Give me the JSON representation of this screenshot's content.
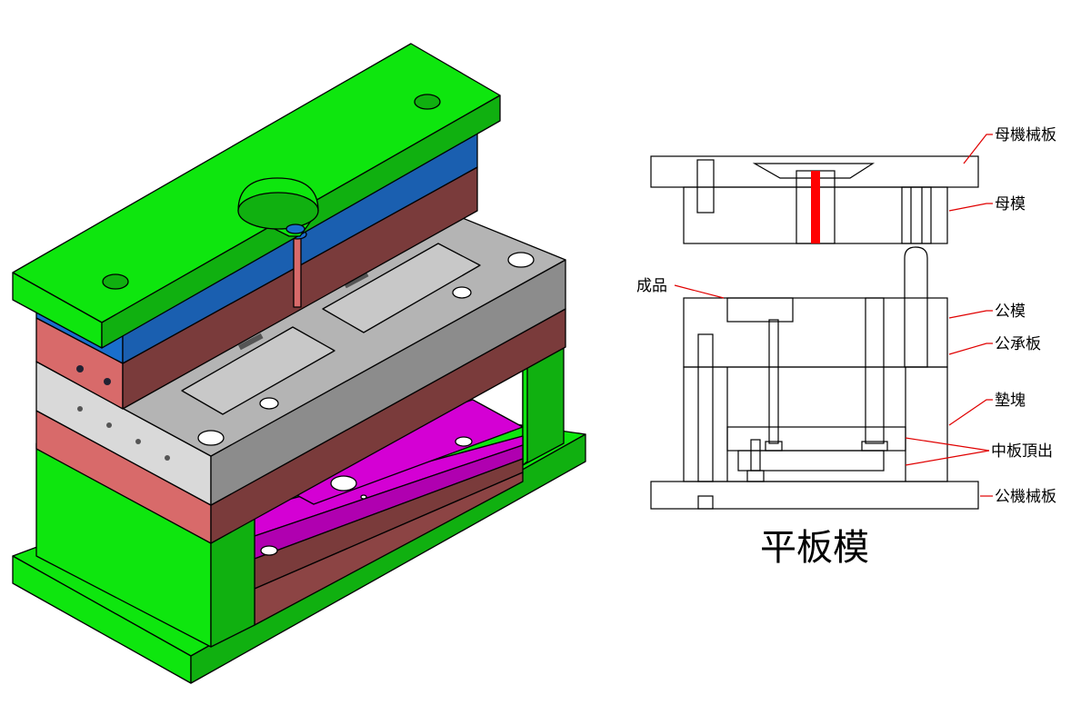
{
  "labels": {
    "fixed_clamp_plate": "母機械板",
    "cavity_plate": "母模",
    "product": "成品",
    "core_plate": "公模",
    "support_plate": "公承板",
    "spacer_block": "墊塊",
    "middle_ejection": "中板頂出",
    "moving_clamp_plate": "公機械板"
  },
  "title": "平板模",
  "colors": {
    "clamp_green": "#0ee60e",
    "clamp_green_dark": "#10b010",
    "cavity_blue": "#1a6fcc",
    "plate_brown": "#7a3b3b",
    "plate_pink": "#d86a6a",
    "core_grey": "#8c8c8c",
    "core_light": "#d9d9d9",
    "ejector_magenta": "#d400d4",
    "product_red": "#ff0000",
    "leader_red": "#e00000"
  }
}
